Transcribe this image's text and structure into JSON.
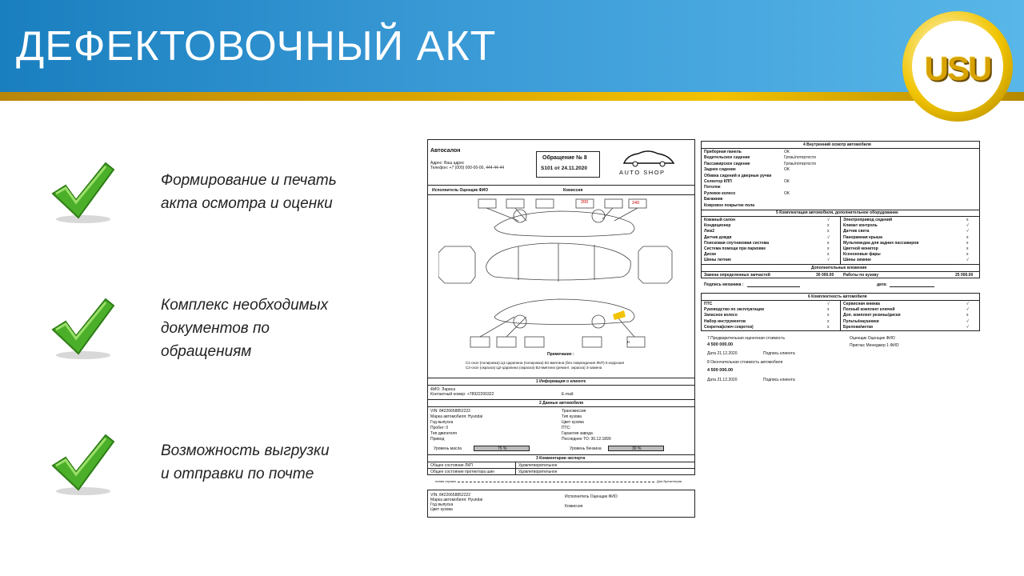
{
  "title": "ДЕФЕКТОВОЧНЫЙ АКТ",
  "logo": {
    "text": "USU"
  },
  "features": [
    {
      "line1": "Формирование и печать",
      "line2": "акта осмотра и оценки",
      "line3": ""
    },
    {
      "line1": "Комплекс необходимых",
      "line2": "документов по",
      "line3": "обращениям"
    },
    {
      "line1": "Возможность выгрузки",
      "line2": "и отправки по почте",
      "line3": ""
    }
  ],
  "doc1": {
    "company": "Автосалон",
    "address": "Адрес: Ваш адрес",
    "phone": "Телефон: +7 (000) 000-00-00, 444-44-44",
    "order_title": "Обращение № 8",
    "order_sub": "S101 от 24.11.2020",
    "brand": "AUTO SHOP",
    "executor": "Исполнитель Оценщик ФИО",
    "commission": "Комиссия",
    "mark_200": "200",
    "mark_240": "240",
    "note_title": "Примечание :",
    "legend1": "С1-скол (полировка)   Ц1-царапина (полировка)   В1-вмятина (без повреждения ЛКП)   К-коррозия",
    "legend2": "С2-скол (окраска)   Ц2-царапина (окраска)   В2-вмятина (ремонт, окраска)   З-замена",
    "sec1": "1 Информация о клиенте",
    "client_name": "ФИО: Лариса",
    "client_phone": "Контактный номер: +78922200322",
    "client_email": "E-mail:",
    "sec2": "2 Данные автомобиля",
    "vin": "VIN: 84226658852222",
    "make": "Марка автомобиля: Hyundai",
    "year": "Год выпуска",
    "mileage": "Пробег: 0",
    "engine": "Тип двигателя",
    "drive": "Привод",
    "trans": "Трансмиссия",
    "body": "Тип кузова",
    "color": "Цвет кузова",
    "pts": "ПТС:",
    "warranty": "Гарантия завода",
    "last_to": "Последнее ТО: 30.12.1899",
    "oil_label": "Уровень масла",
    "oil_val": "75 %",
    "fuel_label": "Уровень бензина",
    "fuel_val": "30 %",
    "sec3": "3 Комментарии эксперта",
    "lkp": "Общее состояние ЛКП",
    "lkp_val": "Удовлетворительное",
    "prot": "Общее состояние протектора шин",
    "prot_val": "Удовлетворительное",
    "cut": "линия отрыва",
    "accounting": "Для бухгалтерии",
    "stub_vin": "VIN: 84226658852222",
    "stub_make": "Марка автомобиля: Hyundai",
    "stub_year": "Год выпуска",
    "stub_color": "Цвет кузова",
    "stub_exec": "Исполнитель Оценщик ФИО",
    "stub_comm": "Комиссия"
  },
  "doc2": {
    "sec4": "4 Внутренний осмотр автомобиля",
    "interior": [
      {
        "name": "Приборная панель",
        "val": "ОК"
      },
      {
        "name": "Водительское сидение",
        "val": "Грязь/потертости"
      },
      {
        "name": "Пассажирское сидение",
        "val": "Грязь/потертости"
      },
      {
        "name": "Заднее сидение",
        "val": "ОК"
      },
      {
        "name": "Обивка сидений и дверные ручки",
        "val": ""
      },
      {
        "name": "Селектор КПП",
        "val": "ОК"
      },
      {
        "name": "Потолок",
        "val": ""
      },
      {
        "name": "Рулевое колесо",
        "val": "ОК"
      },
      {
        "name": "Багажник",
        "val": ""
      },
      {
        "name": "Ковровое покрытие пола",
        "val": ""
      }
    ],
    "sec5": "5 Комплектация автомобиля, дополнительное оборудование",
    "equip_left": [
      {
        "name": "Кожаный салон",
        "val": "√"
      },
      {
        "name": "Кондиционер",
        "val": "x"
      },
      {
        "name": "Люк2",
        "val": "x"
      },
      {
        "name": "Датчик дождя",
        "val": "√"
      },
      {
        "name": "Поисковая спутниковая система",
        "val": "x"
      },
      {
        "name": "Система помощи при парковке",
        "val": "x"
      },
      {
        "name": "Диски",
        "val": "x"
      },
      {
        "name": "Шины летние",
        "val": "√"
      }
    ],
    "equip_right": [
      {
        "name": "Электропривод сидений",
        "val": "x"
      },
      {
        "name": "Климат контроль",
        "val": "√"
      },
      {
        "name": "Датчик света",
        "val": "√"
      },
      {
        "name": "Панорамная крыша",
        "val": "x"
      },
      {
        "name": "Мультимедиа для задних пассажиров",
        "val": "x"
      },
      {
        "name": "Цветной монитор",
        "val": "x"
      },
      {
        "name": "Ксеноновые фары",
        "val": "x"
      },
      {
        "name": "Шины зимние",
        "val": "√"
      }
    ],
    "extra_title": "Дополнительные вложения",
    "parts": "Замена определенных запчастей",
    "parts_val": "30 000.00",
    "body_work": "Работы по кузову",
    "body_work_val": "25 000.00",
    "mech_sign": "Подпись механика :",
    "date_label": "дата:",
    "sec6": "6 Комплектность автомобиля",
    "kit_left": [
      {
        "name": "ПТС",
        "val": "√"
      },
      {
        "name": "Руководство по эксплуатации",
        "val": "x"
      },
      {
        "name": "Запасное колесо",
        "val": "x"
      },
      {
        "name": "Набор инструментов",
        "val": "x"
      },
      {
        "name": "Секретка(ключ секреток)",
        "val": "x"
      }
    ],
    "kit_right": [
      {
        "name": "Сервисная книжка",
        "val": "√"
      },
      {
        "name": "Полный комплект ключей",
        "val": "√"
      },
      {
        "name": "Доп. комплект резины/диски",
        "val": "x"
      },
      {
        "name": "Пульты/наушники",
        "val": "√"
      },
      {
        "name": "Брелоки/метки",
        "val": "√"
      }
    ],
    "sec7": "7 Предварительная оценочная стоимость",
    "sec7_val": "4 500 000.00",
    "sec7_date": "Дата  21.12.2020",
    "sign_client": "Подпись клиента",
    "appraiser": "Оценщик  Оценщик ФИО",
    "invited": "Приглас  Менеджер 1 ФИО",
    "sec8": "8 Окончательная стоимость автомобиля",
    "sec8_val": "4 500 000.00",
    "sec8_date": "Дата 21.12.2020",
    "sign_client2": "Подпись клиента"
  }
}
